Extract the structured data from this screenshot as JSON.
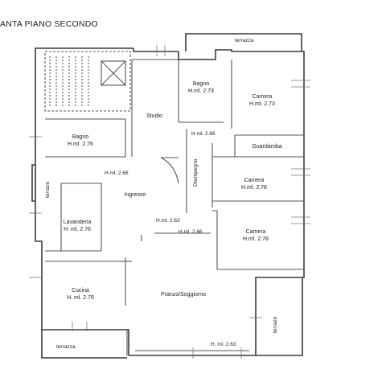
{
  "title": "ANTA PIANO SECONDO",
  "rooms": {
    "bagno_top": {
      "name": "Bagno",
      "height": "H.ml. 2.73"
    },
    "camera_top": {
      "name": "Camera",
      "height": "H.ml. 2.73"
    },
    "studio": {
      "name": "Studio"
    },
    "bagno_left": {
      "name": "Bagno",
      "height": "H.ml. 2.76"
    },
    "guardaroba": {
      "name": "Guardaroba"
    },
    "camera_mid": {
      "name": "Camera",
      "height": "H.ml. 2.78"
    },
    "ingresso": {
      "name": "Ingresso"
    },
    "lavanderia": {
      "name": "Lavanderia",
      "height": "H. ml. 2.76"
    },
    "camera_low": {
      "name": "Camera",
      "height": "H.ml. 2.78"
    },
    "cucina": {
      "name": "Cucina",
      "height": "H. ml. 2.76"
    },
    "pranzo": {
      "name": "Pranzo/Soggiorno"
    },
    "disimpegno": {
      "name": "Disimpegno"
    }
  },
  "heights": {
    "h_266_left": "H.ml. 2.66",
    "h_266_mid": "H.ml. 2.66",
    "h_266_right": "H.ml. 2.66",
    "h_263_mid": "H.ml. 2.63",
    "h_263_bottom": "H. ml. 2.63"
  },
  "terraces": {
    "top": "terrazza",
    "left": "terrazo",
    "bottom": "terrazza",
    "right": "terrazo"
  },
  "colors": {
    "wall": "#3a3a3a",
    "thin": "#555555",
    "dash": "#777777"
  }
}
